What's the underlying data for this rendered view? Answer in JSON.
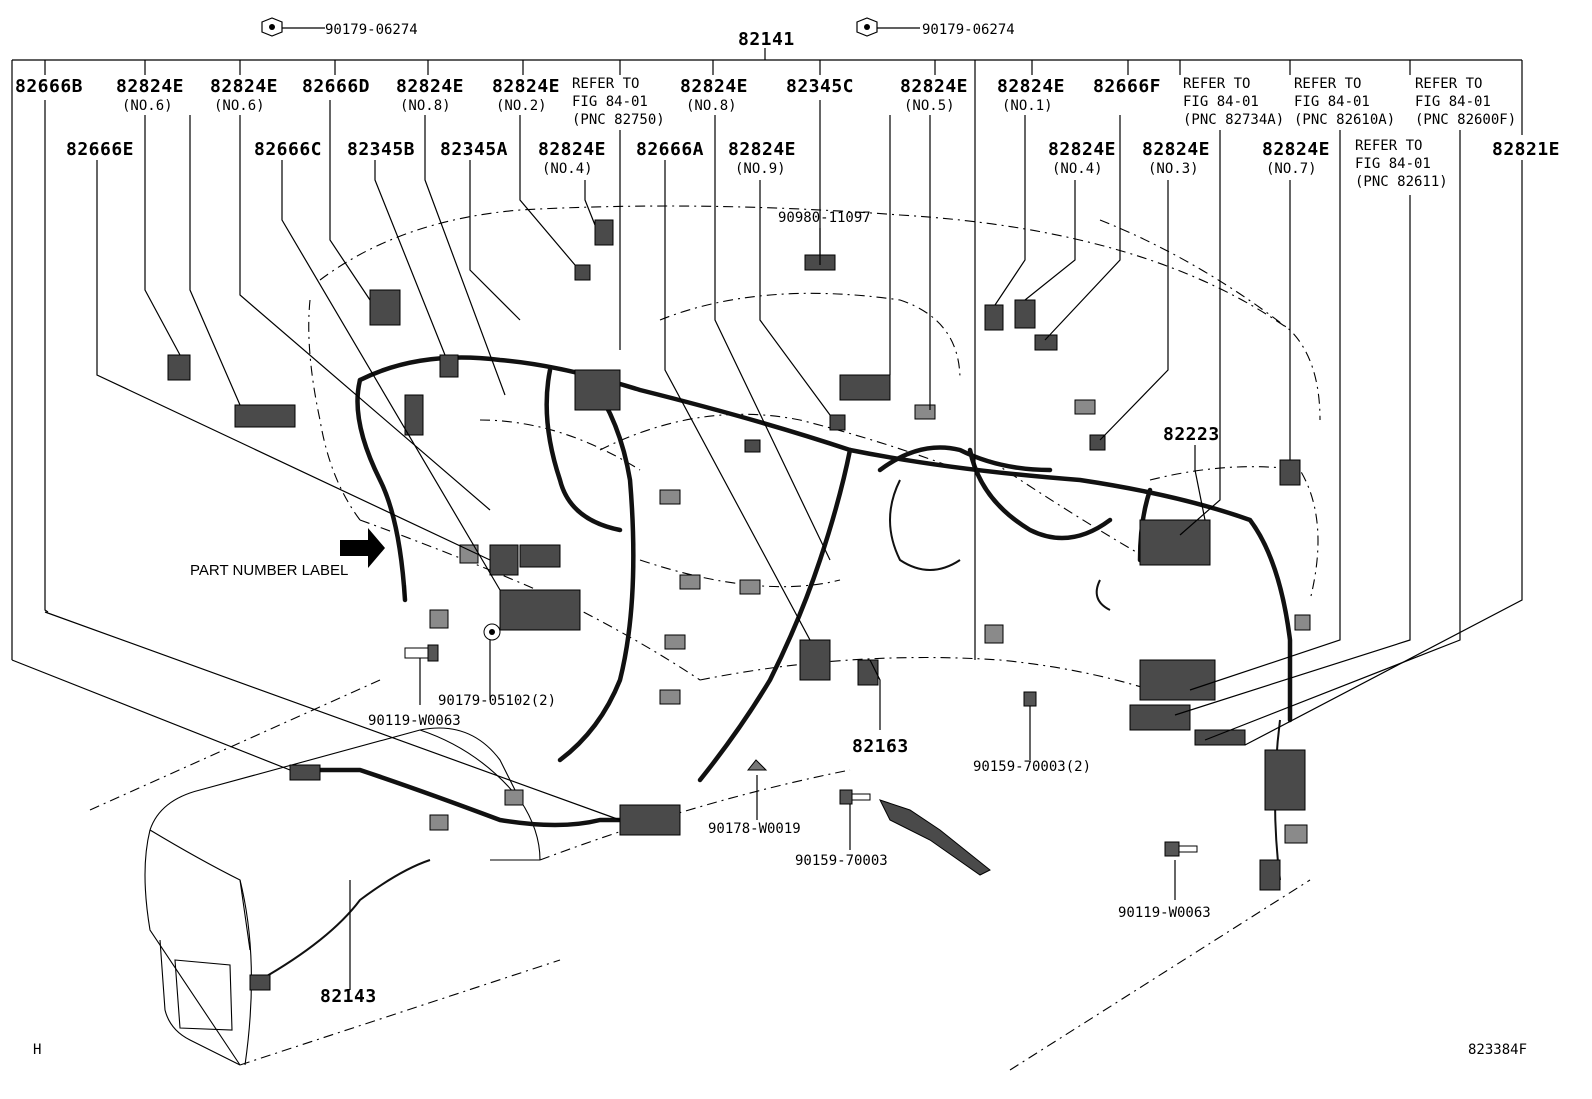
{
  "top_parts": {
    "clip_left": "90179-06274",
    "clip_right": "90179-06274",
    "main_harness": "82141"
  },
  "header_labels": [
    {
      "id": "h1",
      "pn": "82666B",
      "sub": ""
    },
    {
      "id": "h2",
      "pn": "82824E",
      "sub": "(NO.6)"
    },
    {
      "id": "h3",
      "pn": "82824E",
      "sub": "(NO.6)"
    },
    {
      "id": "h4",
      "pn": "82666D",
      "sub": ""
    },
    {
      "id": "h5",
      "pn": "82824E",
      "sub": "(NO.8)"
    },
    {
      "id": "h6",
      "pn": "82824E",
      "sub": "(NO.2)"
    },
    {
      "id": "h7",
      "pn": "82824E",
      "sub": "(NO.8)"
    },
    {
      "id": "h8",
      "pn": "82345C",
      "sub": ""
    },
    {
      "id": "h9",
      "pn": "82824E",
      "sub": "(NO.5)"
    },
    {
      "id": "h10",
      "pn": "82824E",
      "sub": "(NO.1)"
    },
    {
      "id": "h11",
      "pn": "82666F",
      "sub": ""
    }
  ],
  "refer_labels": [
    {
      "id": "r1",
      "line1": "REFER TO",
      "line2": "FIG 84-01",
      "line3": "(PNC 82750)"
    },
    {
      "id": "r2",
      "line1": "REFER TO",
      "line2": "FIG 84-01",
      "line3": "(PNC 82734A)"
    },
    {
      "id": "r3",
      "line1": "REFER TO",
      "line2": "FIG 84-01",
      "line3": "(PNC 82610A)"
    },
    {
      "id": "r4",
      "line1": "REFER TO",
      "line2": "FIG 84-01",
      "line3": "(PNC 82600F)"
    },
    {
      "id": "r5",
      "line1": "REFER TO",
      "line2": "FIG 84-01",
      "line3": "(PNC 82611)"
    }
  ],
  "second_row": [
    {
      "id": "s1",
      "pn": "82666E",
      "sub": ""
    },
    {
      "id": "s2",
      "pn": "82666C",
      "sub": ""
    },
    {
      "id": "s3",
      "pn": "82345B",
      "sub": ""
    },
    {
      "id": "s4",
      "pn": "82345A",
      "sub": ""
    },
    {
      "id": "s5",
      "pn": "82824E",
      "sub": "(NO.4)"
    },
    {
      "id": "s6",
      "pn": "82666A",
      "sub": ""
    },
    {
      "id": "s7",
      "pn": "82824E",
      "sub": "(NO.9)"
    },
    {
      "id": "s8",
      "pn": "82824E",
      "sub": "(NO.4)"
    },
    {
      "id": "s9",
      "pn": "82824E",
      "sub": "(NO.3)"
    },
    {
      "id": "s10",
      "pn": "82824E",
      "sub": "(NO.7)"
    },
    {
      "id": "s11",
      "pn": "82821E",
      "sub": ""
    }
  ],
  "part_labels": {
    "grommet": "90980-11097",
    "relay": "82223",
    "part_number_label": "PART NUMBER LABEL",
    "bolt_left": "90179-05102(2)",
    "bolt_left2": "90119-W0063",
    "sensor": "82163",
    "clip_center": "90178-W0019",
    "screw_center": "90159-70003",
    "screw_right": "90159-70003(2)",
    "bolt_right": "90119-W0063",
    "floor_harness": "82143"
  },
  "footer": {
    "left_code": "H",
    "figure_code": "823384F"
  }
}
